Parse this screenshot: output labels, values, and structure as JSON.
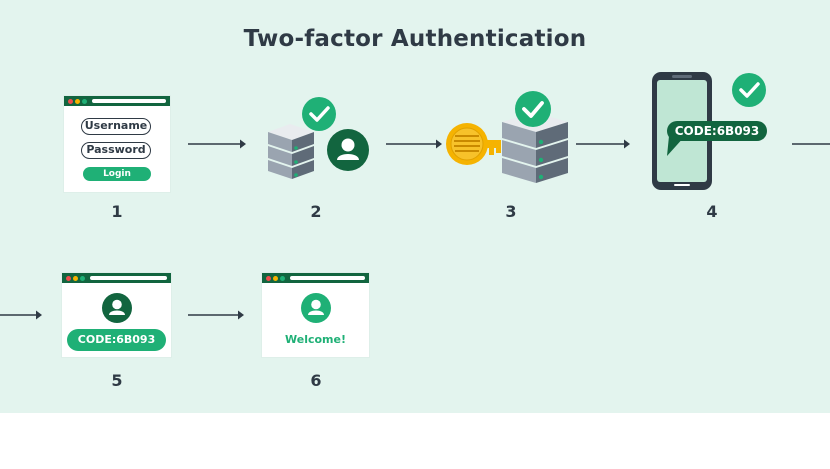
{
  "title": "Two-factor Authentication",
  "colors": {
    "panel_bg": "#e3f4ee",
    "dark_green": "#12653f",
    "green": "#1fb076",
    "ink": "#2f3a45",
    "gold": "#f5b301"
  },
  "steps": [
    {
      "number": "1",
      "username_label": "Username",
      "password_label": "Password",
      "login_label": "Login",
      "icons": [
        "browser-window-icon"
      ]
    },
    {
      "number": "2",
      "icons": [
        "server-icon",
        "user-avatar-icon",
        "checkmark-icon"
      ]
    },
    {
      "number": "3",
      "icons": [
        "key-icon",
        "server-icon",
        "checkmark-icon"
      ]
    },
    {
      "number": "4",
      "code_label": "CODE:6B093",
      "icons": [
        "smartphone-icon",
        "checkmark-icon"
      ]
    },
    {
      "number": "5",
      "code_label": "CODE:6B093",
      "icons": [
        "browser-window-icon",
        "user-avatar-icon"
      ]
    },
    {
      "number": "6",
      "welcome_label": "Welcome!",
      "icons": [
        "browser-window-icon",
        "user-avatar-icon"
      ]
    }
  ]
}
